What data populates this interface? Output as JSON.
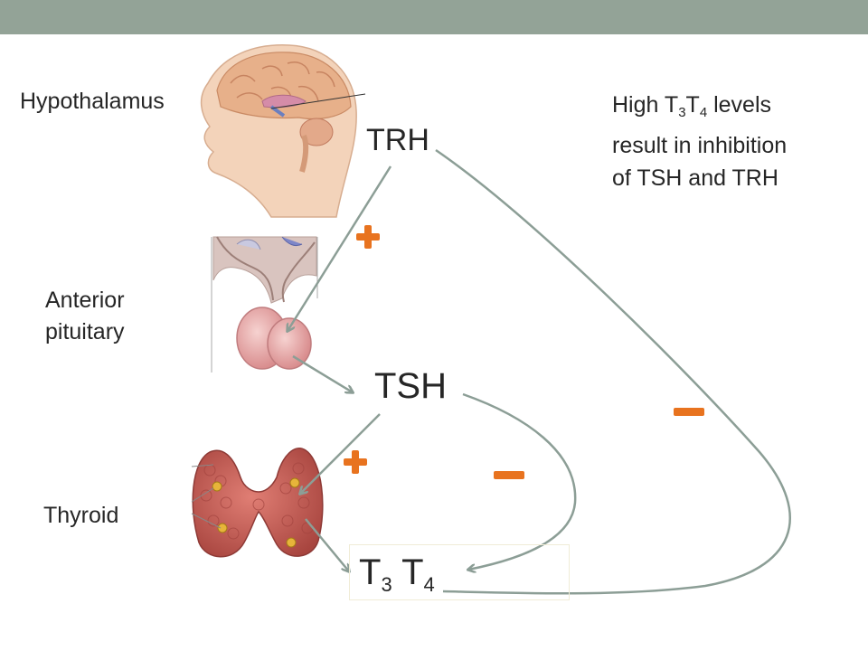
{
  "labels": {
    "hypothalamus": "Hypothalamus",
    "anterior_line1": "Anterior",
    "anterior_line2": "pituitary",
    "thyroid": "Thyroid",
    "trh": "TRH",
    "tsh": "TSH"
  },
  "hormones": {
    "t": "T",
    "t3_sub": "3",
    "t4_sub": "4"
  },
  "note": {
    "prefix": "High T",
    "sub3": "3",
    "mid": "T",
    "sub4": "4",
    "suffix": " levels",
    "line2": "result in inhibition",
    "line3": "of TSH and TRH"
  },
  "signs": {
    "stimulate": "+",
    "inhibit": "−"
  },
  "colors": {
    "topbar": "#93a397",
    "arrow": "#8c9e96",
    "sign": "#e8731f",
    "skin": "#f2cfb4",
    "brain": "#e9b48c",
    "gland": "#e0a0a0",
    "thyroid": "#c8605a"
  }
}
